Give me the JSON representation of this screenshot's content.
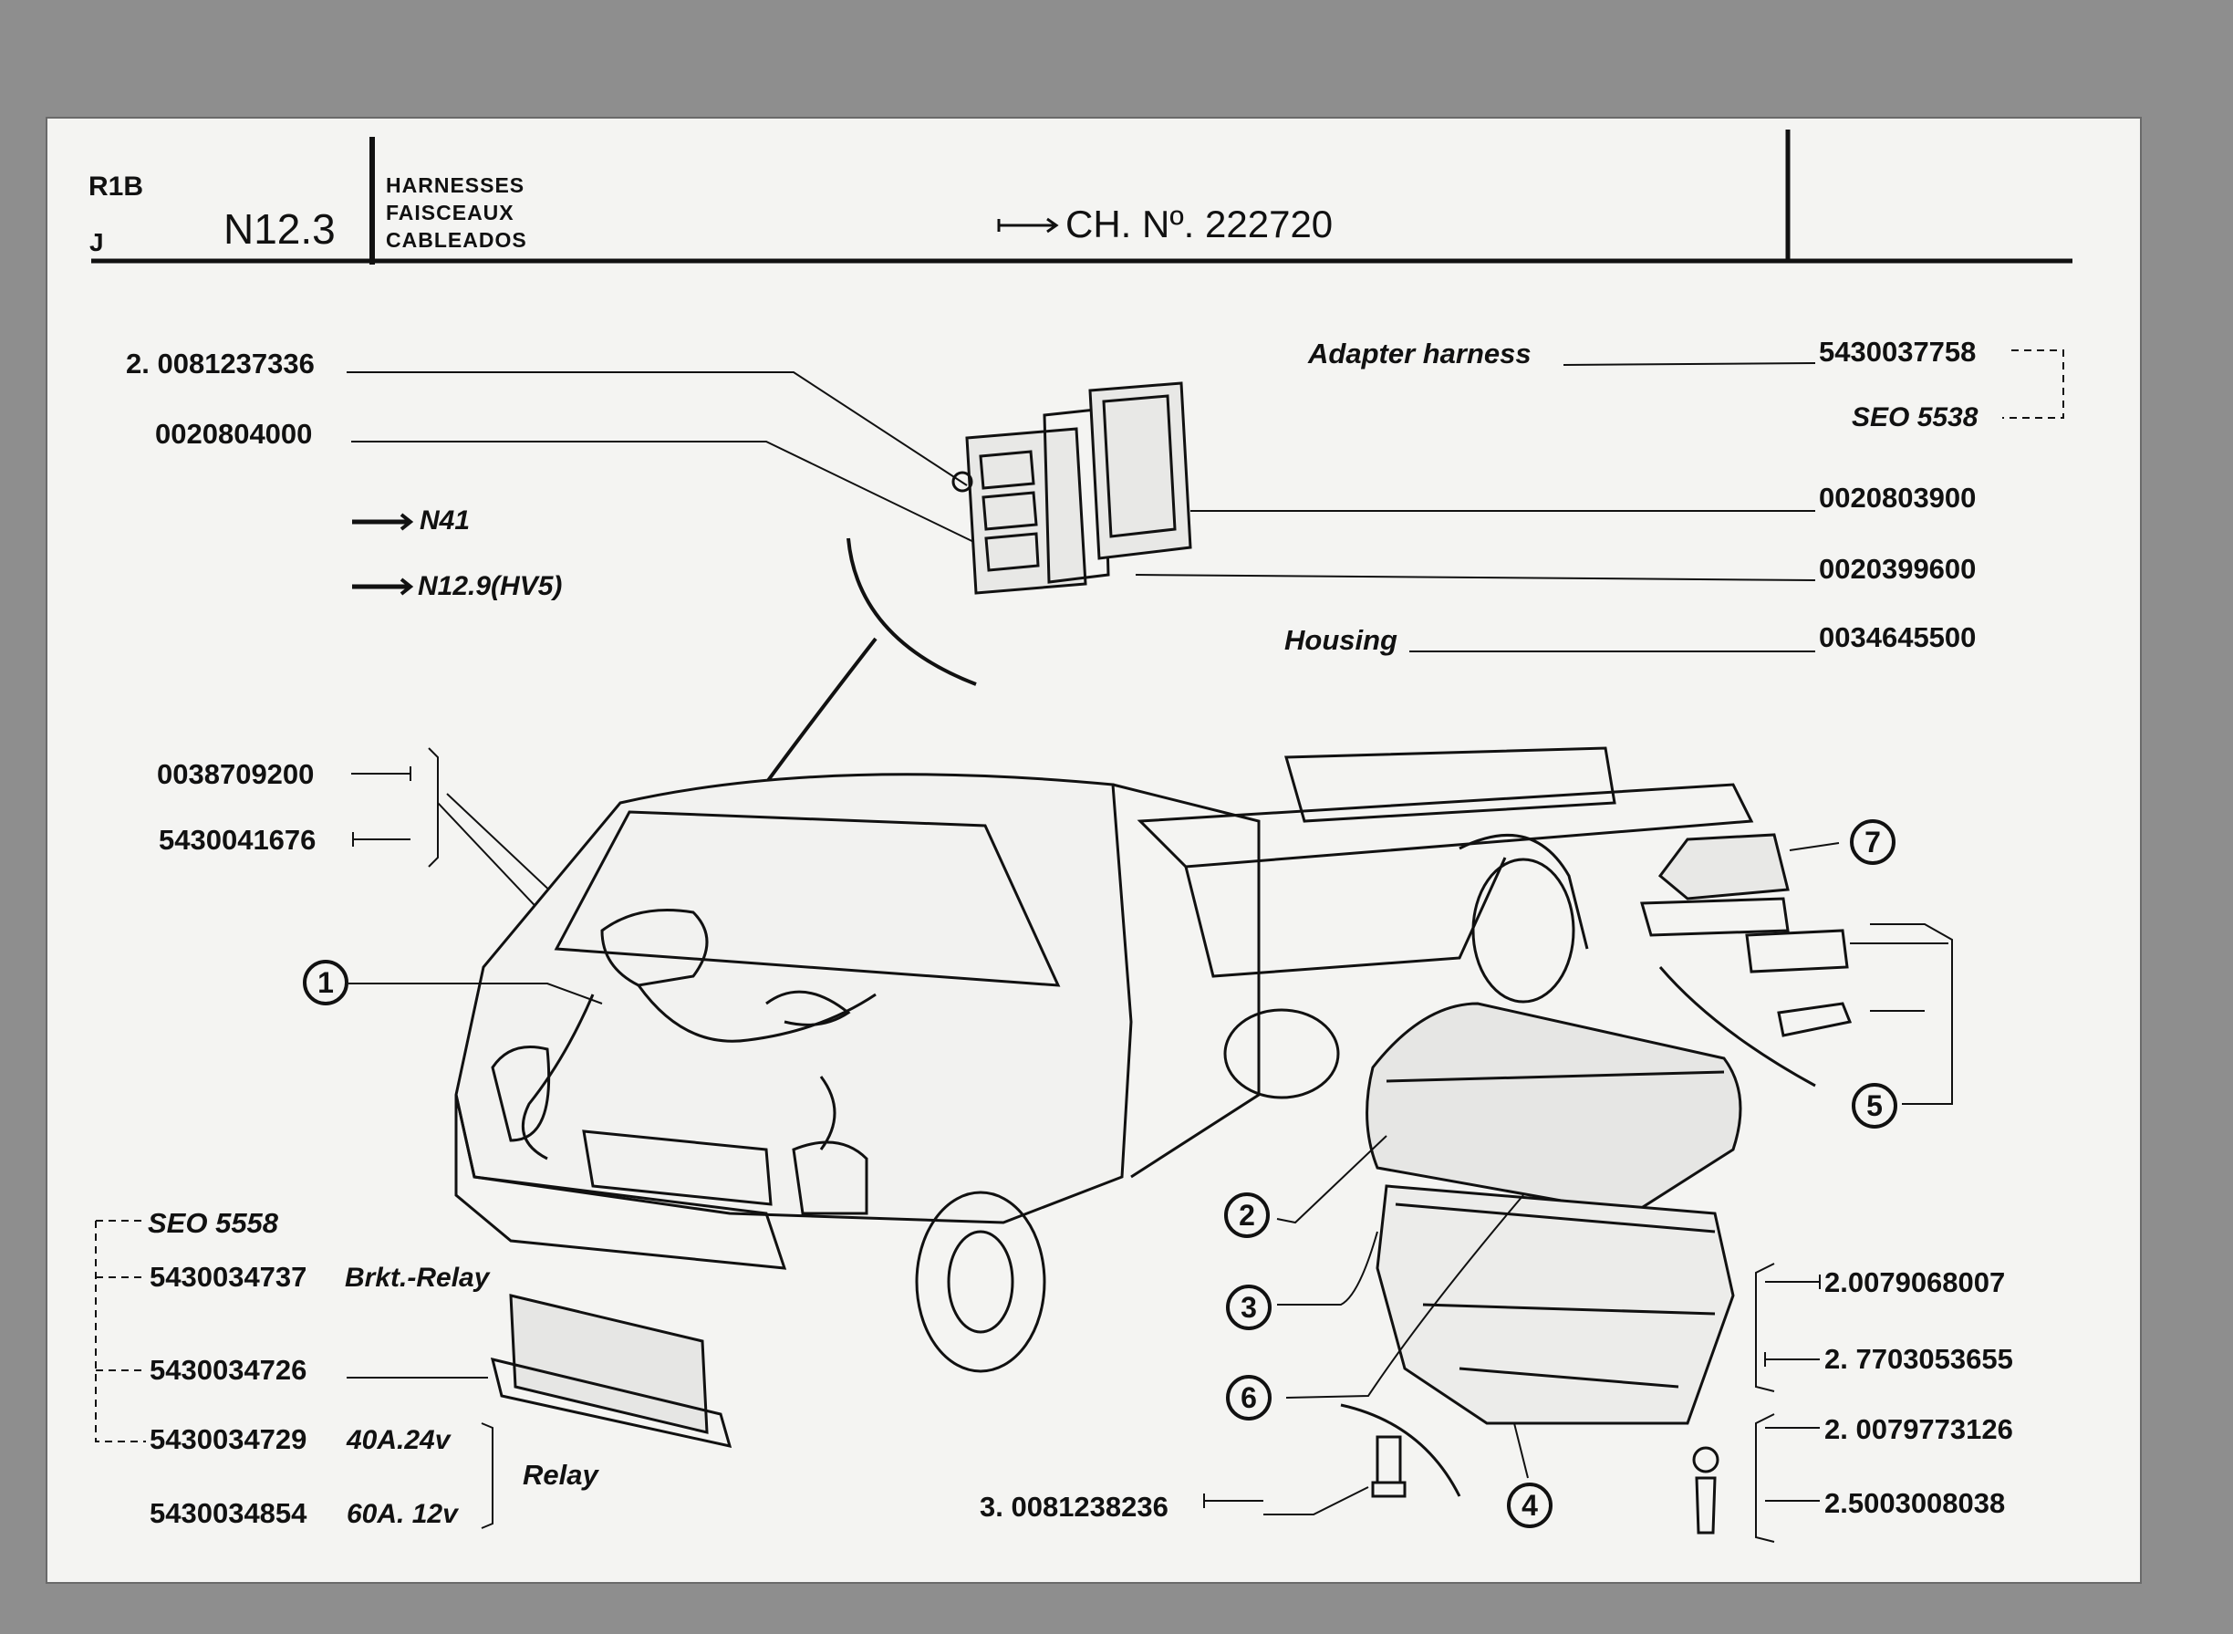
{
  "header": {
    "section": "R1B",
    "sub": "J",
    "group": "N12.3",
    "titles": [
      "HARNESSES",
      "FAISCEAUX",
      "CABLEADOS"
    ],
    "chassis": "CH. Nº. 222720"
  },
  "refs": {
    "n41": "N41",
    "n129": "N12.9(HV5)"
  },
  "parts": {
    "p1": "2. 0081237336",
    "p2": "0020804000",
    "p3": "0038709200",
    "p4": "5430041676",
    "adapter_label": "Adapter harness",
    "adapter_no": "5430037758",
    "seo5538": "SEO 5538",
    "p5": "0020803900",
    "p6": "0020399600",
    "housing_label": "Housing",
    "housing_no": "0034645500",
    "r1": "2.0079068007",
    "r2": "2. 7703053655",
    "r3": "2. 0079773126",
    "r4": "2.5003008038",
    "bolt": "3. 0081238236",
    "seo5558": "SEO 5558",
    "brkt_no": "5430034737",
    "brkt_label": "Brkt.-Relay",
    "relay_box": "5430034726",
    "relay1_no": "5430034729",
    "relay1_spec": "40A.24v",
    "relay2_no": "5430034854",
    "relay2_spec": "60A. 12v",
    "relay_label": "Relay"
  },
  "callouts": [
    "1",
    "2",
    "3",
    "4",
    "5",
    "6",
    "7"
  ]
}
